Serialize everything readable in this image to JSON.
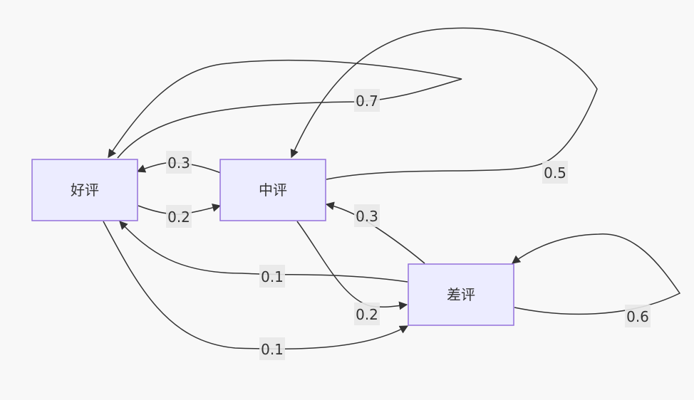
{
  "diagram": {
    "type": "flowchart",
    "colors": {
      "node_fill": "#ececff",
      "node_stroke": "#9370db",
      "edge": "#333333",
      "edge_label_bg": "#e8e8e8",
      "background": "#f8f8f8"
    },
    "nodes": {
      "good": {
        "label": "好评"
      },
      "neutral": {
        "label": "中评"
      },
      "bad": {
        "label": "差评"
      }
    },
    "edges": [
      {
        "from": "good",
        "to": "good",
        "label": "0.7"
      },
      {
        "from": "good",
        "to": "neutral",
        "label": "0.2"
      },
      {
        "from": "good",
        "to": "bad",
        "label": "0.1"
      },
      {
        "from": "neutral",
        "to": "good",
        "label": "0.3"
      },
      {
        "from": "neutral",
        "to": "neutral",
        "label": "0.5"
      },
      {
        "from": "neutral",
        "to": "bad",
        "label": "0.2"
      },
      {
        "from": "bad",
        "to": "good",
        "label": "0.1"
      },
      {
        "from": "bad",
        "to": "neutral",
        "label": "0.3"
      },
      {
        "from": "bad",
        "to": "bad",
        "label": "0.6"
      }
    ]
  }
}
